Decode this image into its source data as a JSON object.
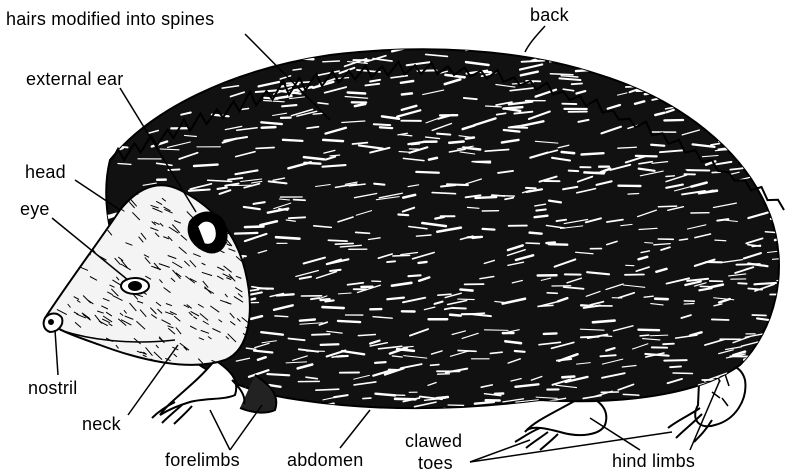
{
  "labels": {
    "hairs_modified_into_spines": "hairs  modified  into  spines",
    "back": "back",
    "external_ear": "external  ear",
    "head": "head",
    "eye": "eye",
    "nostril": "nostril",
    "neck": "neck",
    "forelimbs": "forelimbs",
    "abdomen": "abdomen",
    "clawed_toes_line1": "clawed",
    "clawed_toes_line2": "toes",
    "hind_limbs": "hind limbs"
  },
  "colors": {
    "ink": "#000000",
    "paper": "#ffffff"
  }
}
